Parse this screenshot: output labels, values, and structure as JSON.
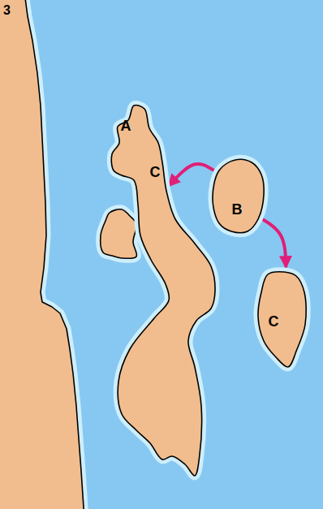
{
  "diagram": {
    "nodes": [
      {
        "text": [
          "A",
          "C"
        ]
      },
      {
        "text": [
          "B"
        ]
      },
      {
        "text": [
          "C"
        ]
      }
    ],
    "edges": [
      {
        "from": 1,
        "to": 0,
        "arrow": "to"
      },
      {
        "from": 1,
        "to": 2,
        "arrow": "to"
      }
    ],
    "labels": [
      "3"
    ]
  }
}
